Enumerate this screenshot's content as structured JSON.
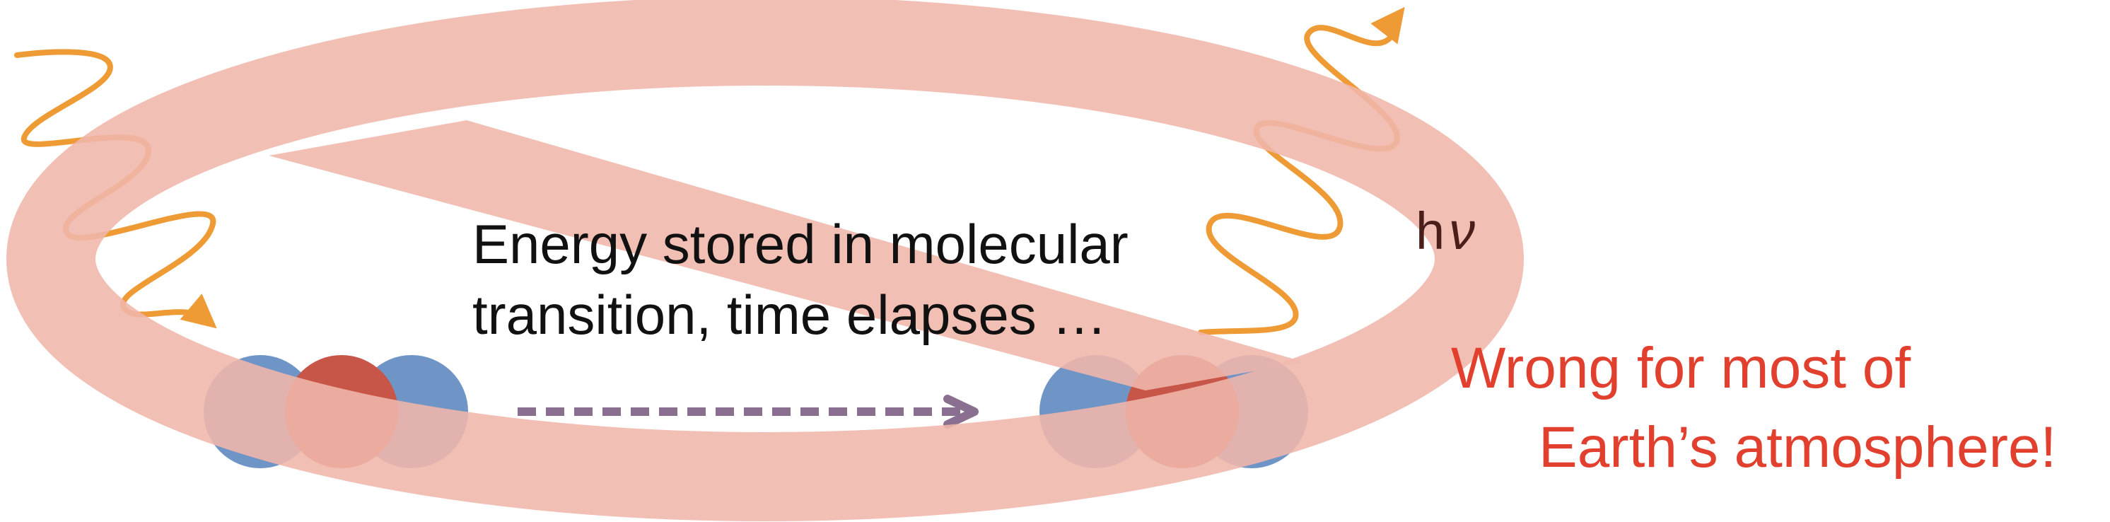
{
  "caption": {
    "line1": "Energy stored in molecular",
    "line2": "transition, time elapses …"
  },
  "photon_label": {
    "h": "h",
    "nu": "ν"
  },
  "warning": {
    "line1": "Wrong for most of",
    "line2": "Earth’s atmosphere!"
  },
  "colors": {
    "strike_ring": "#f0b6ab",
    "photon": "#ee9a35",
    "atom_blue": "#6f94c6",
    "atom_center": "#c85648",
    "atom_overlay": "#956f80",
    "arrow": "#8a6f90",
    "warning_text": "#e2402e",
    "caption_text": "#111111"
  },
  "icons": {
    "incoming_photon": "wavy-arrow-down",
    "outgoing_photon": "wavy-arrow-up",
    "molecule": "triatomic-molecule"
  }
}
